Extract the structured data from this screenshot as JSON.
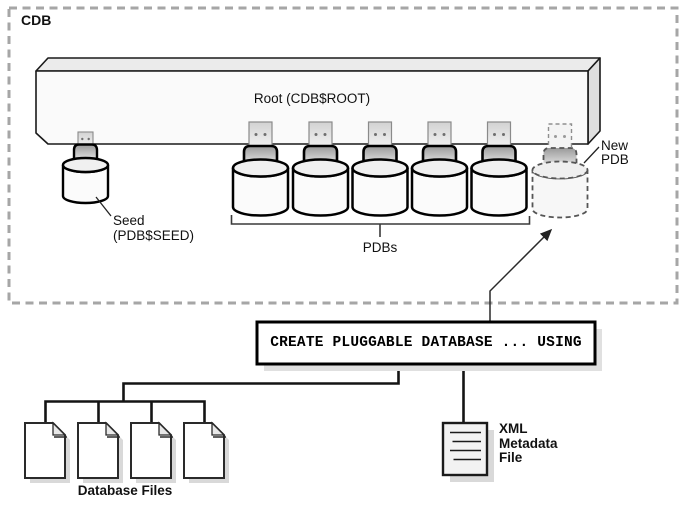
{
  "cdb": {
    "label": "CDB",
    "root_label": "Root (CDB$ROOT)",
    "seed_label": "Seed\n(PDB$SEED)",
    "pdbs_label": "PDBs",
    "pdb_count": 5,
    "new_pdb_label": "New\nPDB"
  },
  "command_box": {
    "text": "CREATE PLUGGABLE DATABASE ... USING"
  },
  "files": {
    "database_files_label": "Database Files",
    "database_file_count": 4,
    "xml_file_label": "XML\nMetadata\nFile"
  },
  "colors": {
    "dashed_border": "#a6a6a6",
    "outline": "#000000",
    "shape_fill": "#fafafa",
    "shadow": "#dedede"
  }
}
